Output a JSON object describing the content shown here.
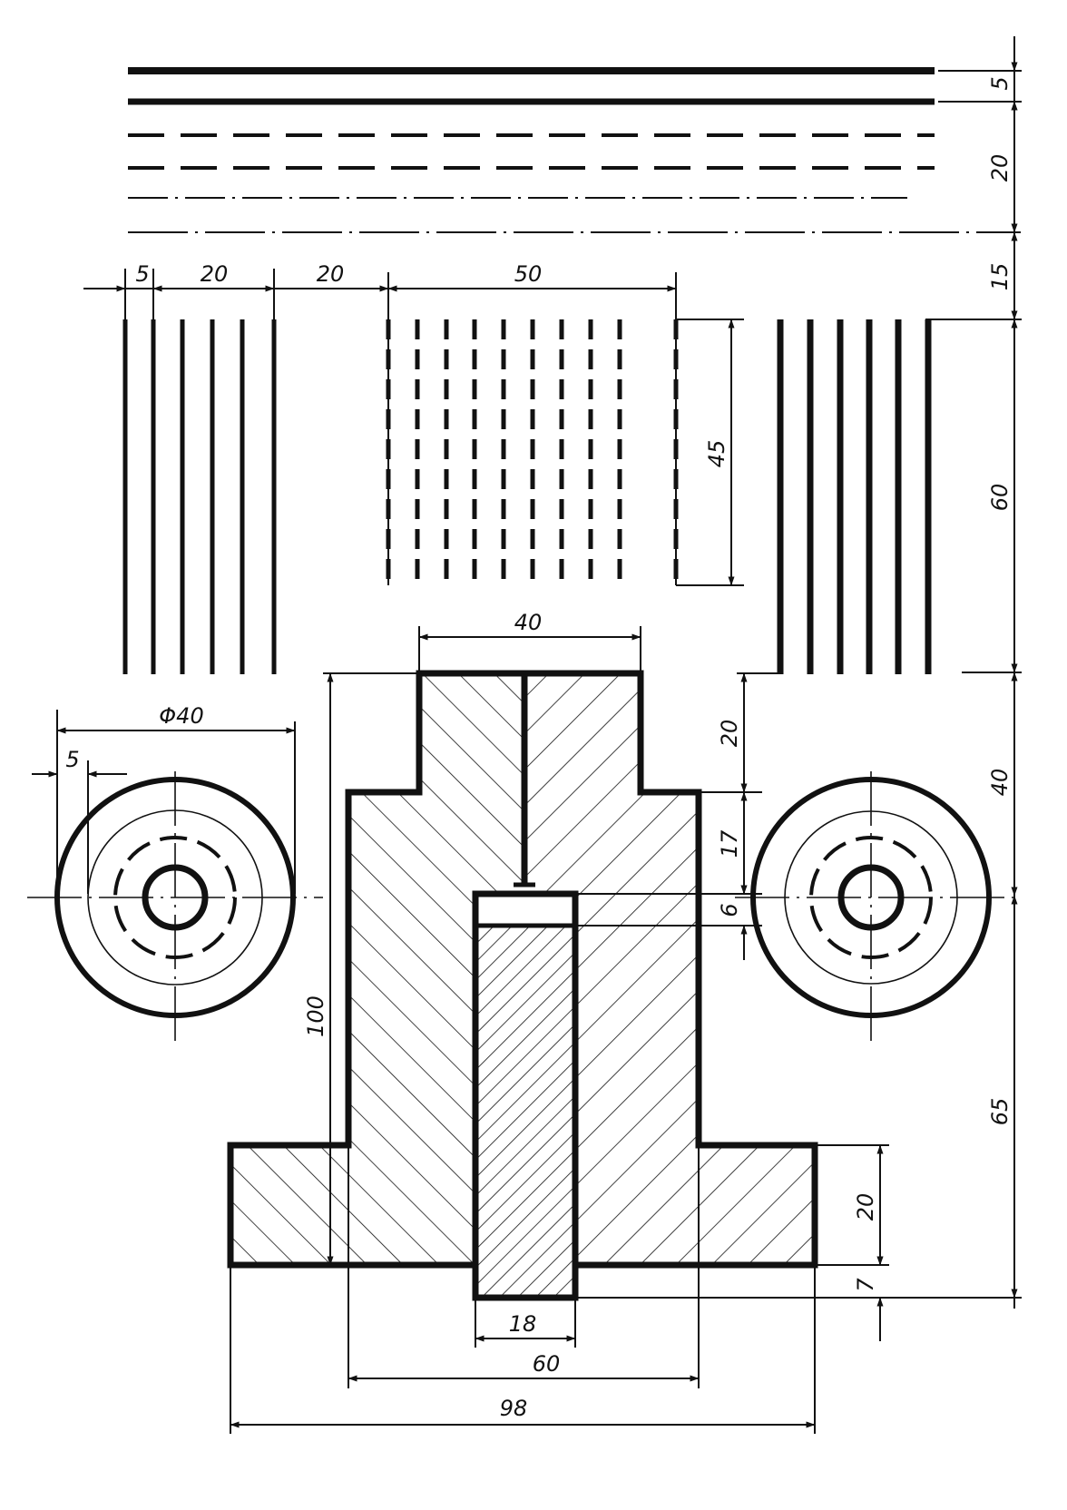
{
  "drawing": {
    "line_width_spacing": "5",
    "line_group_height": "20",
    "gap_to_vertical_lines": "15",
    "vertical_lines_height": "60",
    "solid_group_spacing": "5",
    "solid_group_width": "20",
    "group_gap": "20",
    "dashed_group_width": "50",
    "dashed_lines_height": "45",
    "head_width": "40",
    "circle_diameter": "Φ40",
    "circle_wall": "5",
    "head_height": "20",
    "shoulder_to_axis": "17",
    "bore_gap": "6",
    "right_height_40": "40",
    "overall_height": "100",
    "lower_height_65": "65",
    "flange_height": "20",
    "pin_protrusion": "7",
    "pin_width": "18",
    "body_width": "60",
    "overall_width": "98"
  },
  "colors": {
    "ink": "#111111",
    "paper": "#ffffff"
  }
}
